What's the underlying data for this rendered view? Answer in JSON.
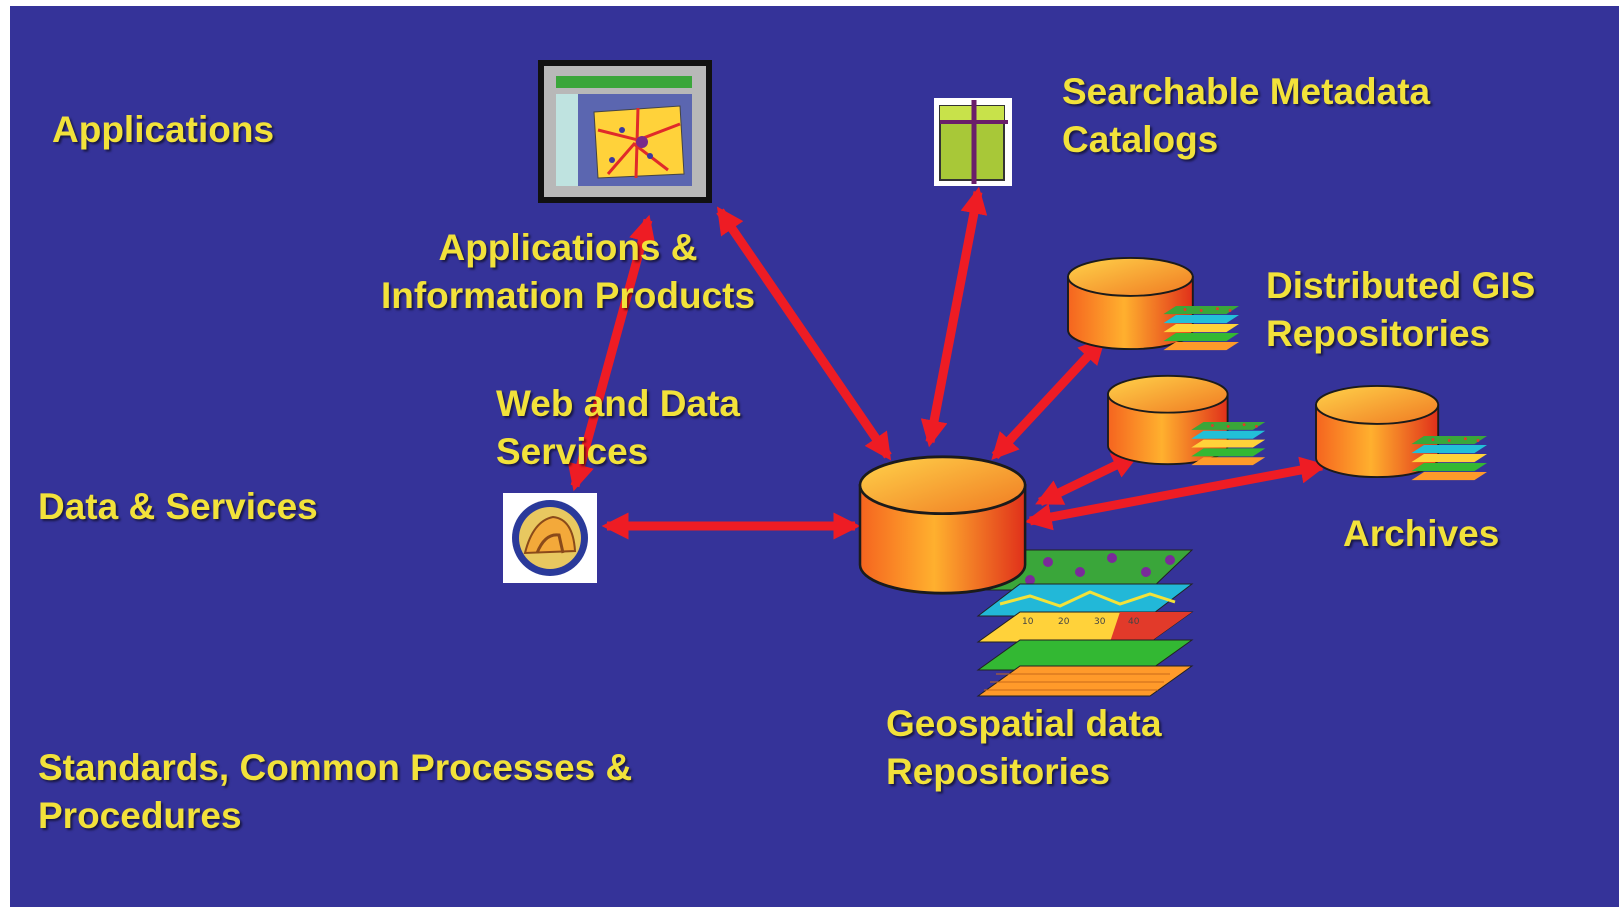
{
  "layers": {
    "applications": "Applications",
    "data_services": "Data & Services",
    "standards_line1": "Standards, Common Processes  &",
    "standards_line2": "Procedures"
  },
  "nodes": {
    "app_products": {
      "line1": "Applications &",
      "line2": "Information Products",
      "icon": "application-window-icon"
    },
    "metadata_catalogs": {
      "line1": "Searchable Metadata",
      "line2": "Catalogs",
      "icon": "catalog-book-icon"
    },
    "distributed_gis": {
      "line1": "Distributed GIS",
      "line2": "Repositories",
      "icon": "database-cylinder-icon"
    },
    "web_data_services": {
      "line1": "Web and Data",
      "line2": "Services",
      "icon": "service-globe-icon"
    },
    "archives": {
      "line1": "Archives",
      "icon": "database-cylinder-icon"
    },
    "geospatial_repos": {
      "line1": "Geospatial data",
      "line2": "Repositories",
      "icon": "database-cylinder-icon"
    }
  },
  "layer_stack_ticks": [
    "10",
    "20",
    "30",
    "40"
  ],
  "colors": {
    "background": "#353399",
    "label_text": "#f2e23a",
    "arrow": "#ee1c24",
    "cylinder_light": "#ffb030",
    "cylinder_dark": "#e33a1a"
  }
}
